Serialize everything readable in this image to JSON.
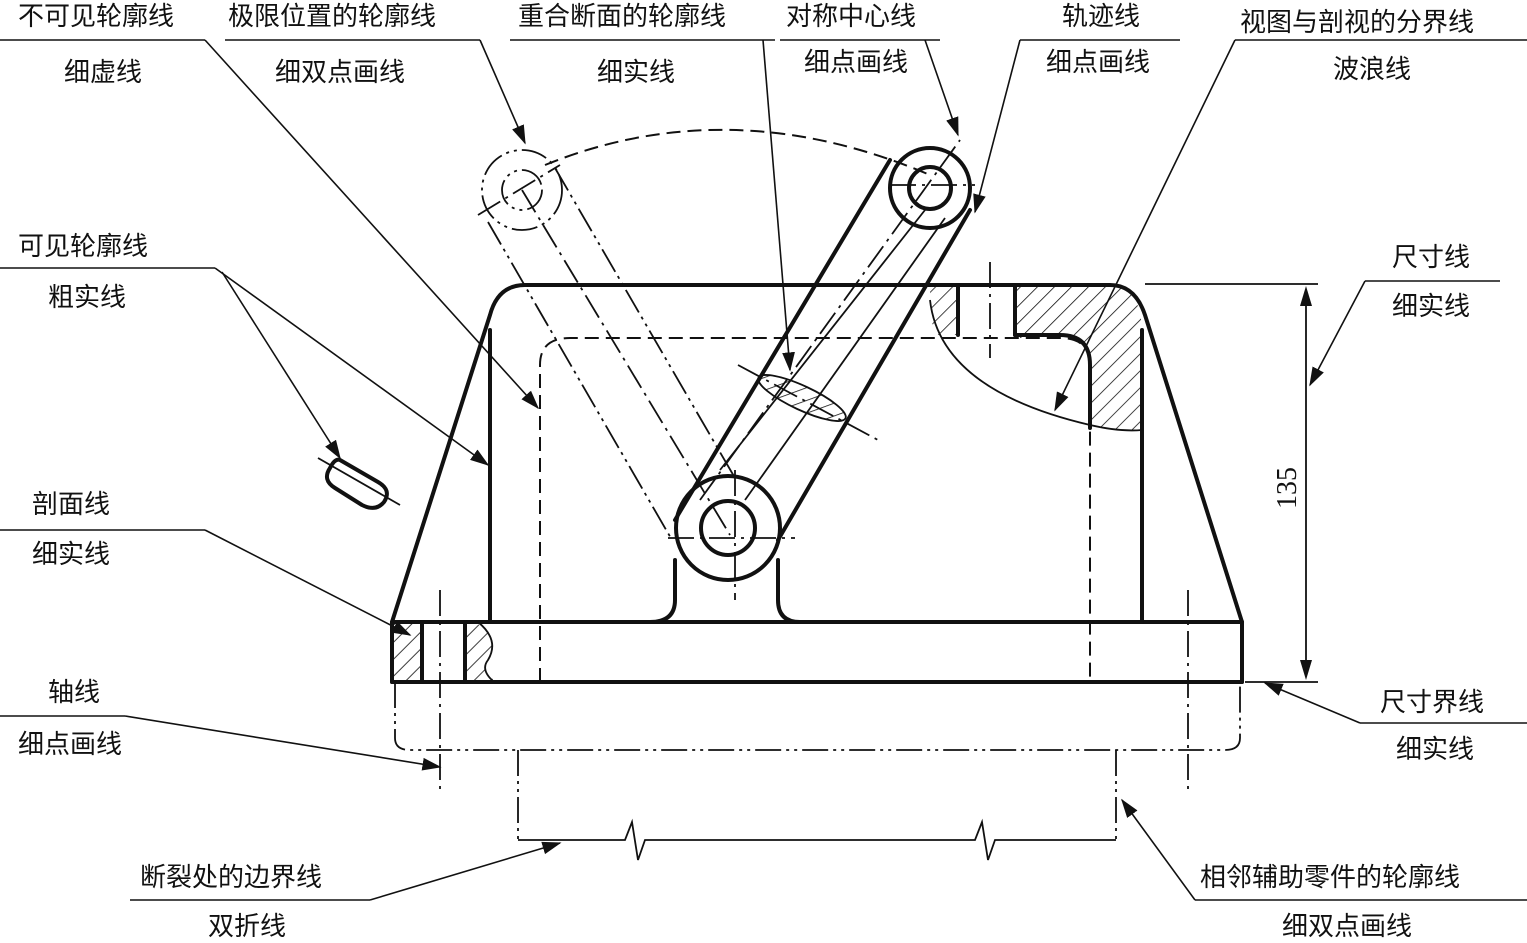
{
  "labels": {
    "hidden_outline": "不可见轮廓线",
    "hidden_outline_type": "细虚线",
    "limit_position": "极限位置的轮廓线",
    "limit_position_type": "细双点画线",
    "coincident_section": "重合断面的轮廓线",
    "coincident_section_type": "细实线",
    "symmetry_center": "对称中心线",
    "symmetry_center_type": "细点画线",
    "trajectory": "轨迹线",
    "trajectory_type": "细点画线",
    "view_section_boundary": "视图与剖视的分界线",
    "view_section_boundary_type": "波浪线",
    "visible_outline": "可见轮廓线",
    "visible_outline_type": "粗实线",
    "dimension_line": "尺寸线",
    "dimension_line_type": "细实线",
    "hatch_line": "剖面线",
    "hatch_line_type": "细实线",
    "axis": "轴线",
    "axis_type": "细点画线",
    "extension_line": "尺寸界线",
    "extension_line_type": "细实线",
    "break_boundary": "断裂处的边界线",
    "break_boundary_type": "双折线",
    "adjacent_part": "相邻辅助零件的轮廓线",
    "adjacent_part_type": "细双点画线"
  },
  "dimension": {
    "value": "135"
  },
  "colors": {
    "line": "#111111",
    "background": "#ffffff"
  }
}
